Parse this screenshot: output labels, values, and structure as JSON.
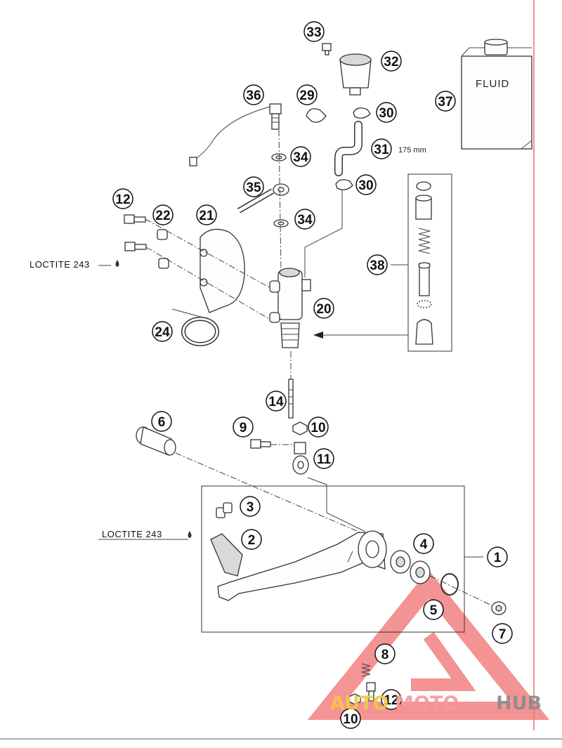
{
  "callouts": {
    "c1": "1",
    "c2": "2",
    "c3": "3",
    "c4": "4",
    "c5": "5",
    "c6": "6",
    "c7": "7",
    "c8": "8",
    "c9": "9",
    "c10a": "10",
    "c10b": "10",
    "c11": "11",
    "c12a": "12",
    "c12b": "12",
    "c14": "14",
    "c20": "20",
    "c21": "21",
    "c22": "22",
    "c24": "24",
    "c29": "29",
    "c30a": "30",
    "c30b": "30",
    "c31": "31",
    "c32": "32",
    "c33": "33",
    "c34a": "34",
    "c34b": "34",
    "c35": "35",
    "c36": "36",
    "c37": "37",
    "c38": "38"
  },
  "labels": {
    "loctite_top": "LOCTITE 243",
    "loctite_bottom": "LOCTITE 243",
    "hose_length": "175 mm",
    "fluid": "FLUID"
  },
  "watermark": {
    "part1": "AUTO",
    "part2": "MOTO",
    "part3": "HUB",
    "colors": {
      "auto": "#f5c842",
      "moto": "#f49a9a",
      "hub": "#8a8a8a",
      "triangle": "#f07070"
    }
  },
  "colors": {
    "margin_line": "#e05050",
    "ink": "#222222"
  }
}
